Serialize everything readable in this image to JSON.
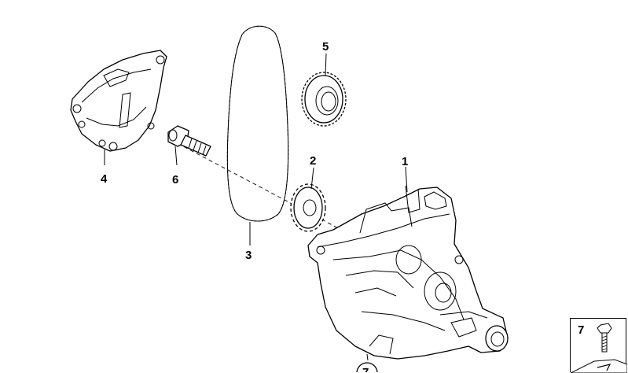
{
  "callouts": {
    "c1": "1",
    "c2": "2",
    "c3": "3",
    "c4": "4",
    "c5": "5",
    "c6": "6",
    "c7": "7"
  },
  "legend": {
    "number": "7"
  }
}
